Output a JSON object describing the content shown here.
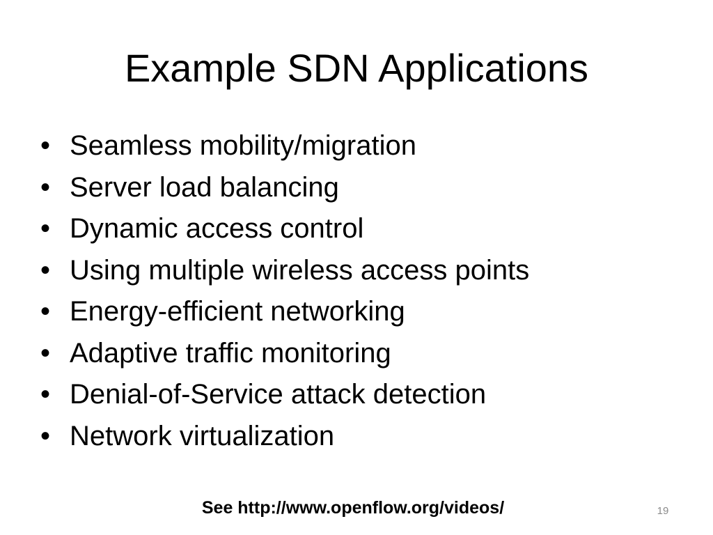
{
  "slide": {
    "title": "Example SDN Applications",
    "bullet_glyph": "•",
    "bullets": [
      "Seamless mobility/migration",
      "Server load balancing",
      "Dynamic access control",
      "Using multiple wireless access points",
      "Energy-efficient networking",
      "Adaptive traffic monitoring",
      "Denial-of-Service attack detection",
      "Network virtualization"
    ],
    "footer": "See http://www.openflow.org/videos/",
    "page_number": "19",
    "colors": {
      "background": "#ffffff",
      "text": "#000000",
      "page_number": "#8a8a8a"
    }
  }
}
